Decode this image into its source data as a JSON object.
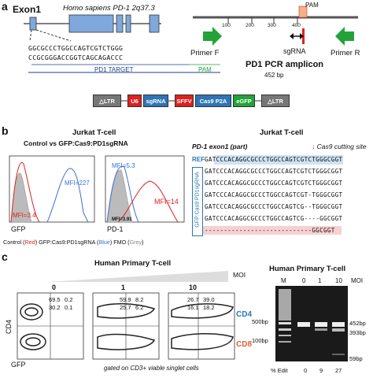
{
  "panel_a": {
    "letter": "a",
    "exon_label": "Exon1",
    "gene_label": "Homo sapiens PD-1 2q37.3",
    "seq_top": "GGCGCCCTGGCCAGTCGTCTGGG",
    "seq_bottom": "CCGCGGGACCGGTCAGCAGACCC",
    "target_label": "PD1 TARGET",
    "pam_label": "PAM",
    "pam_box_label": "PAM",
    "ticks": [
      "100",
      "200",
      "300",
      "400"
    ],
    "primer_f": "Primer F",
    "primer_r": "Primer R",
    "sgrna": "sgRNA",
    "amplicon_title": "PD1 PCR amplicon",
    "amplicon_size": "452 bp",
    "vector": [
      "△LTR",
      "U6",
      "sgRNA",
      "SFFV",
      "Cas9 P2A",
      "eGFP",
      "△LTR"
    ],
    "colors": {
      "u6": "#e02020",
      "sgrna": "#2e75b6",
      "sffv": "#e02020",
      "cas9": "#2e75b6",
      "egfp": "#22a33a",
      "ltr": "#777777",
      "exon": "#7fa8dc",
      "pam": "#f4b183"
    }
  },
  "panel_b": {
    "letter": "b",
    "left_title": "Jurkat T-cell",
    "left_subtitle": "Control vs GFP:Cas9:PD1sgRNA",
    "mfi_red": "MFI=3.4",
    "mfi_blue": "MFI=227",
    "gfp_axis": "GFP",
    "pd1_axis": "PD-1",
    "mfi_blue2": "MFI=5.3",
    "mfi_black": "MFI=3.91",
    "mfi_red2": "MFI=14",
    "legend_prefix": "Control (",
    "legend_red": "Red",
    "legend_mid": ") GFP:Cas9:PD1sgRNA (",
    "legend_blue": "Blue",
    "legend_mid2": ") FMO (",
    "legend_grey": "Grey",
    "legend_end": ")",
    "right_title": "Jurkat T-cell",
    "right_subtitle": "PD-1 exon1 (part)",
    "cas9_site": "Cas9 cutting site",
    "ref_label": "REF",
    "side_label": "GFP:Cas9:PD1sgRNA",
    "seq_rows": [
      "GATCCCACAGGCGCCCTGGCCAGTCGTCTGGGCGGT",
      "GATCCCACAGGCGCCCTGGCCAGTCGTCTGGGCGGT",
      "GATCCCACAGGCGCCCTGGCCAGTCGTCTGGGCGGT",
      "GATCCCACAGGCGCCCTGGCCAGTCGT-TGGGCGGT",
      "GATCCCACAGGCGCCCTGGCCAGTCG--TGGGCGGT",
      "GATCCCACAGGCGCCCTGGCCAGTCG----GGCGGT",
      "----------------------------GGCGGT"
    ]
  },
  "panel_c": {
    "letter": "c",
    "left_title": "Human Primary T-cell",
    "moi_label": "MOI",
    "moi_values": [
      "0",
      "1",
      "10"
    ],
    "quadrants": [
      {
        "q1": "69.5",
        "q2": "0.2",
        "q4": "30.2",
        "q3": "0.1"
      },
      {
        "q1": "59.9",
        "q2": "8.2",
        "q4": "25.7",
        "q3": "6.2"
      },
      {
        "q1": "26.7",
        "q2": "39.0",
        "q4": "16.1",
        "q3": "18.2"
      }
    ],
    "cd4": "CD4",
    "cd8": "CD8",
    "y_axis": "CD4",
    "x_axis": "GFP",
    "gated_note": "gated on CD3+ viable singlet cells",
    "right_title": "Human Primary T-cell",
    "gel_lanes": [
      "M",
      "0",
      "1",
      "10"
    ],
    "gel_moi": "MOI",
    "marker_500": "500bp",
    "marker_100": "100bp",
    "band_452": "452bp",
    "band_393": "393bp",
    "band_59": "59bp",
    "edit_label": "% Edit",
    "edit_values": [
      "0",
      "9",
      "27"
    ]
  }
}
